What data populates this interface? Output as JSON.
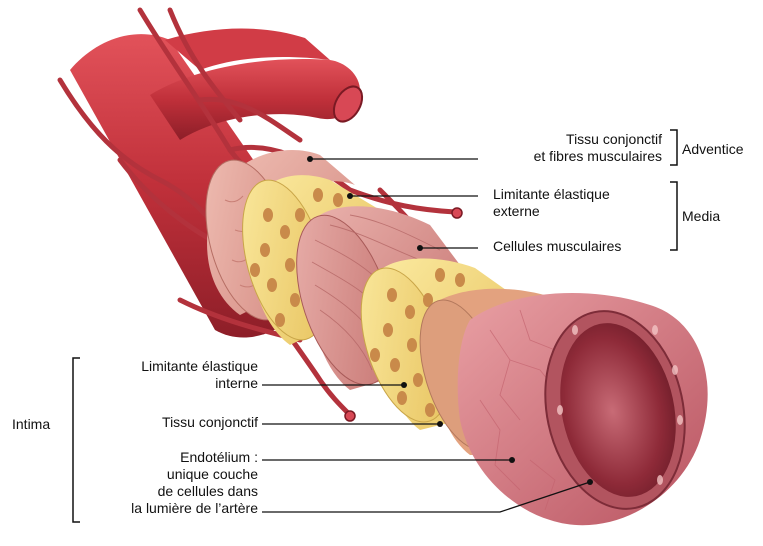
{
  "labels": {
    "tissu_conjonctif_fibres": [
      "Tissu conjonctif",
      "et fibres musculaires"
    ],
    "adventice": "Adventice",
    "limitante_externe": [
      "Limitante élastique",
      "externe"
    ],
    "media": "Media",
    "cellules_musculaires": "Cellules musculaires",
    "limitante_interne": [
      "Limitante élastique",
      "interne"
    ],
    "intima": "Intima",
    "tissu_conjonctif": "Tissu conjonctif",
    "endothelium": [
      "Endotélium :",
      "unique couche",
      "de cellules dans",
      "la lumière de l’artère"
    ]
  },
  "colors": {
    "artery_red": "#c0303a",
    "adventitia_pink": "#e6a494",
    "elastic_yellow": "#f3d56c",
    "muscle_pink": "#d98a86",
    "intima_pink": "#d7737e",
    "lumen_dark": "#8e2a38"
  }
}
